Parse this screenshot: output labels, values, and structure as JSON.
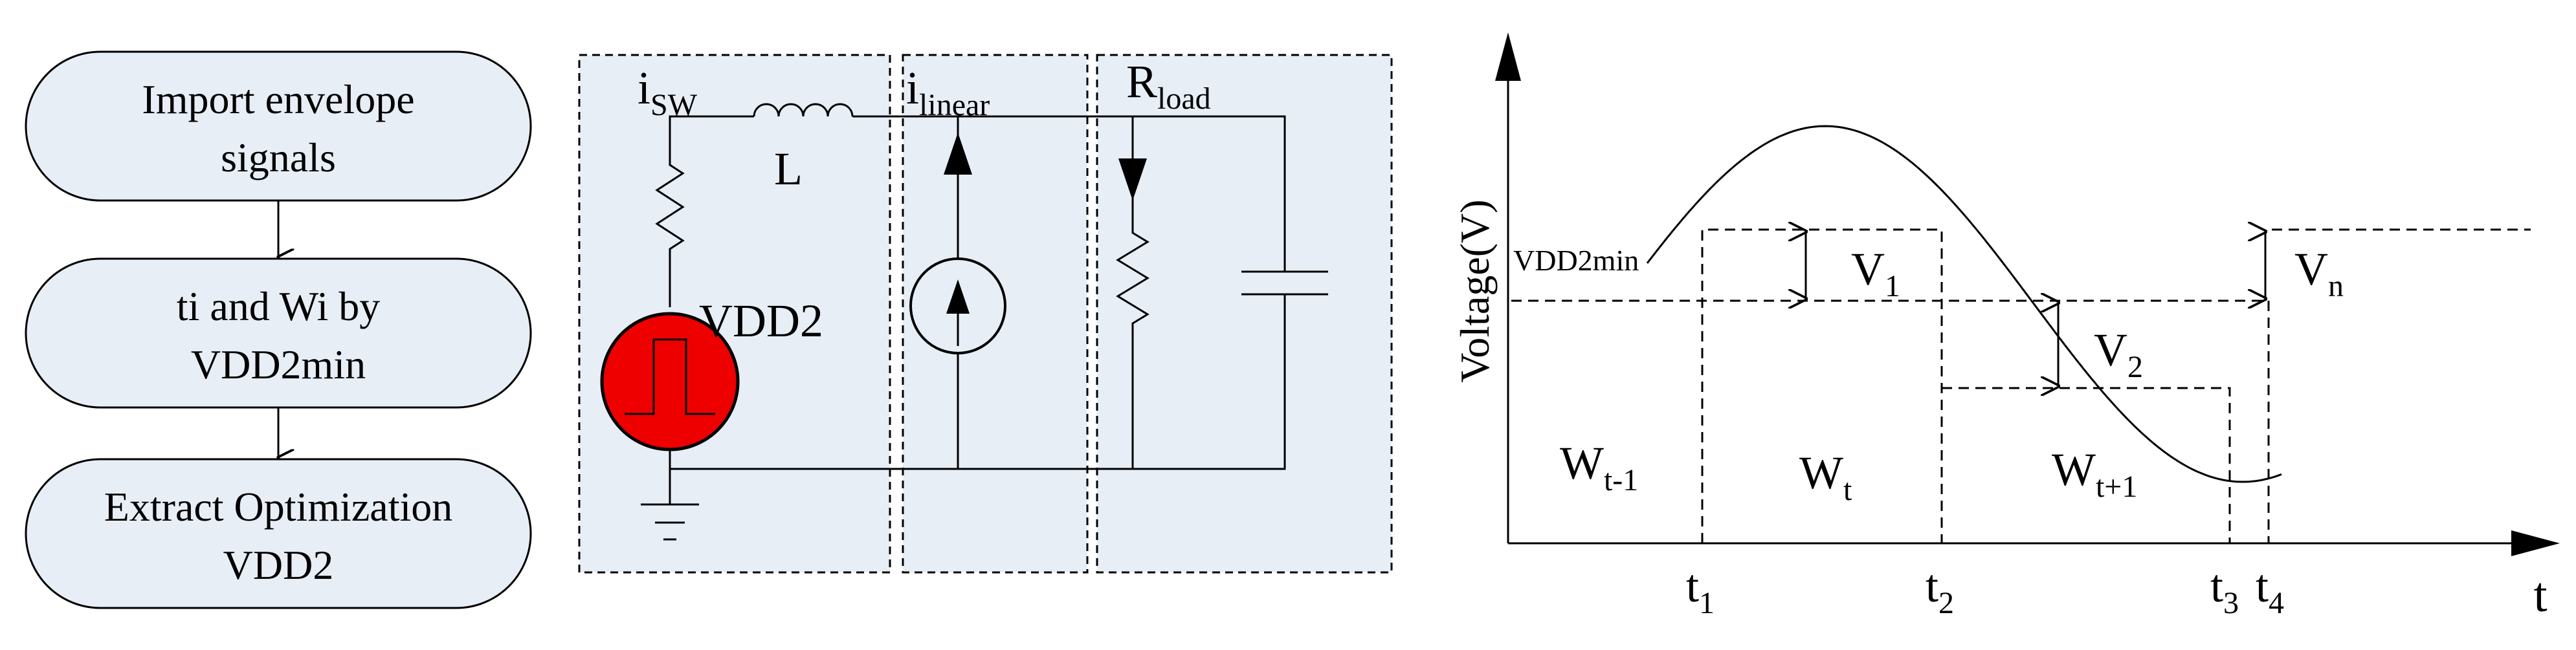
{
  "flowchart": {
    "steps": [
      {
        "line1": "Import envelope",
        "line2": "signals"
      },
      {
        "line1": "ti and Wi by",
        "line2": "VDD2min"
      },
      {
        "line1": "Extract Optimization",
        "line2": "VDD2"
      }
    ]
  },
  "circuit": {
    "i_sw": {
      "base": "i",
      "sub": "SW"
    },
    "inductor": "L",
    "source": "VDD2",
    "i_linear": {
      "base": "i",
      "sub": "linear"
    },
    "r_load": {
      "base": "R",
      "sub": "load"
    },
    "source_color": "#ee0000",
    "panel_color": "#e8eef6"
  },
  "waveform": {
    "y_axis": "Voltage(V)",
    "x_axis": "t",
    "threshold": "VDD2min",
    "deltas": [
      {
        "base": "V",
        "sub": "1"
      },
      {
        "base": "V",
        "sub": "2"
      },
      {
        "base": "V",
        "sub": "n"
      }
    ],
    "windows": [
      {
        "base": "W",
        "sub": "t-1"
      },
      {
        "base": "W",
        "sub": "t"
      },
      {
        "base": "W",
        "sub": "t+1"
      }
    ],
    "ticks": [
      {
        "base": "t",
        "sub": "1"
      },
      {
        "base": "t",
        "sub": "2"
      },
      {
        "base": "t",
        "sub": "3"
      },
      {
        "base": "t",
        "sub": "4"
      }
    ]
  }
}
